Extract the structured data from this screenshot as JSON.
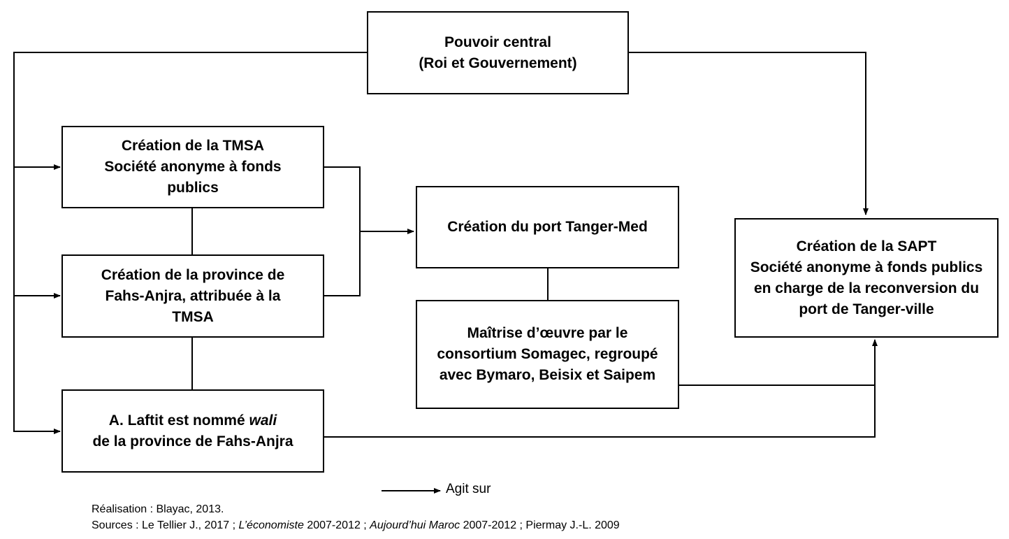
{
  "boxes": {
    "pouvoir": {
      "line1": "Pouvoir central",
      "line2": "(Roi et Gouvernement)"
    },
    "tmsa": {
      "line1": "Création de la TMSA",
      "line2": "Société anonyme à fonds",
      "line3": "publics"
    },
    "province": {
      "line1": "Création de la province de",
      "line2": "Fahs-Anjra, attribuée à la",
      "line3": "TMSA"
    },
    "wali": {
      "line1_prefix": "A.   Laftit est nommé ",
      "line1_italic": "wali",
      "line2": "de la province de Fahs-Anjra"
    },
    "port": {
      "line1": "Création du port Tanger-Med"
    },
    "maitrise": {
      "line1": "Maîtrise d’œuvre par le",
      "line2": "consortium Somagec, regroupé",
      "line3": "avec Bymaro, Beisix et Saipem"
    },
    "sapt": {
      "line1": "Création de la SAPT",
      "line2": "Société anonyme à fonds publics",
      "line3": "en charge de la reconversion du",
      "line4": "port de Tanger-ville"
    }
  },
  "legend": {
    "label": "Agit sur"
  },
  "credits": {
    "realisation": "Réalisation : Blayac, 2013.",
    "sources_1": "Sources : Le Tellier J., 2017 ; ",
    "sources_2": "L’économiste",
    "sources_3": " 2007-2012 ; ",
    "sources_4": "Aujourd’hui Maroc",
    "sources_5": " 2007-2012 ; Piermay J.-L. 2009"
  }
}
